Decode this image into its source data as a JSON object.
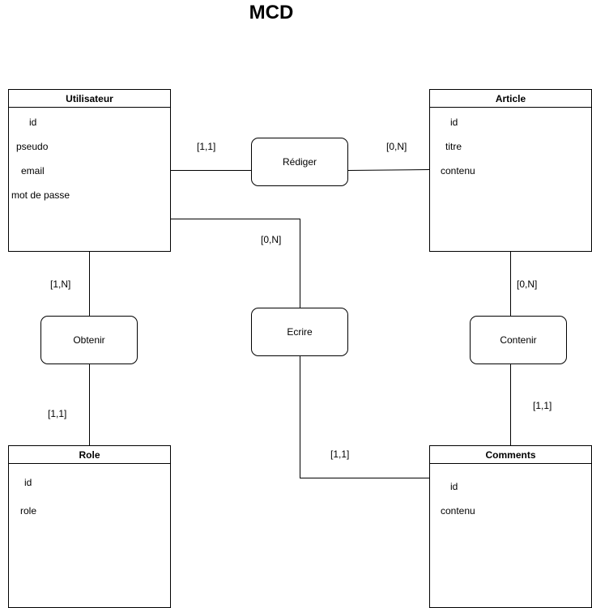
{
  "title": "MCD",
  "entities": {
    "utilisateur": {
      "name": "Utilisateur",
      "attributes": [
        "id",
        "pseudo",
        "email",
        "mot de passe"
      ]
    },
    "article": {
      "name": "Article",
      "attributes": [
        "id",
        "titre",
        "contenu"
      ]
    },
    "role": {
      "name": "Role",
      "attributes": [
        "id",
        "role"
      ]
    },
    "comments": {
      "name": "Comments",
      "attributes": [
        "id",
        "contenu"
      ]
    }
  },
  "relations": {
    "rediger": {
      "name": "Rédiger",
      "card_source": "[1,1]",
      "card_target": "[0,N]"
    },
    "obtenir": {
      "name": "Obtenir",
      "card_source": "[1,N]",
      "card_target": "[1,1]"
    },
    "ecrire": {
      "name": "Ecrire",
      "card_source": "[0,N]",
      "card_target": "[1,1]"
    },
    "contenir": {
      "name": "Contenir",
      "card_source": "[0,N]",
      "card_target": "[1,1]"
    }
  }
}
